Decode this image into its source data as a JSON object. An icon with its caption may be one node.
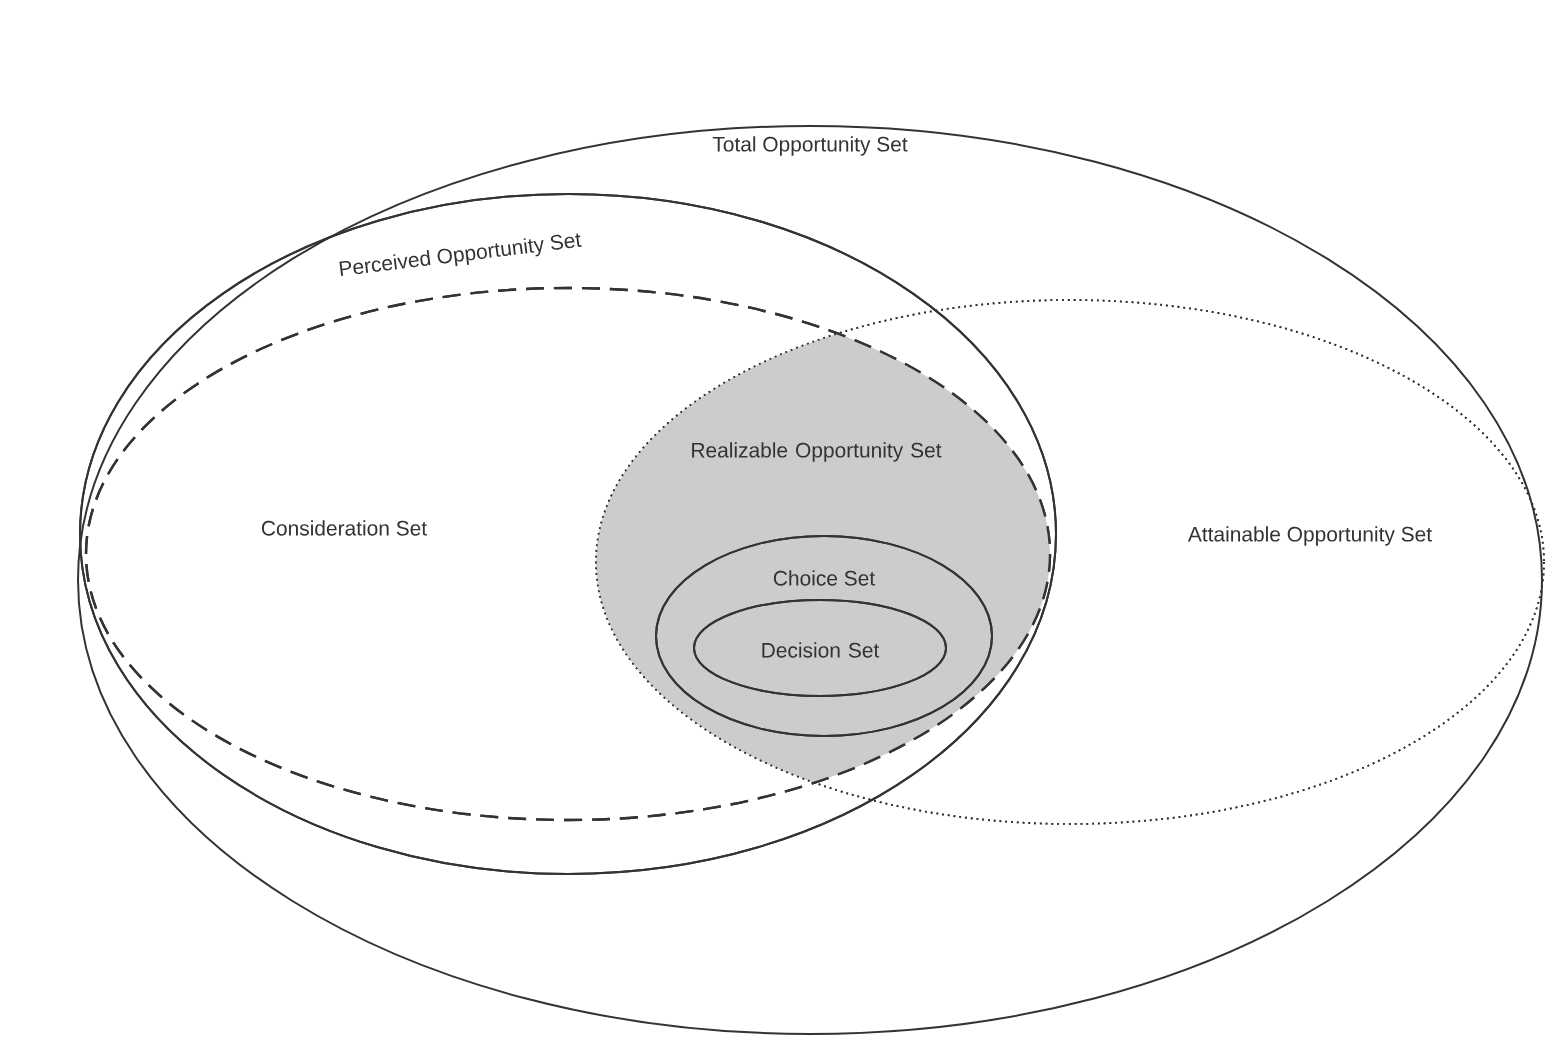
{
  "diagram": {
    "nodes": [
      {
        "text": [
          "Total Opportunity Set"
        ]
      },
      {
        "text": [
          "Perceived Opportunity Set"
        ],
        "in": 0
      },
      {
        "text": [
          "Consideration Set"
        ],
        "in": 1
      },
      {
        "text": [
          "Attainable Opportunity Set"
        ],
        "in": 0
      },
      {
        "text": [
          "Realizable Opportunity Set"
        ]
      },
      {
        "text": [
          "Choice Set"
        ]
      },
      {
        "text": [
          "Decision Set"
        ],
        "in": 5
      }
    ]
  }
}
